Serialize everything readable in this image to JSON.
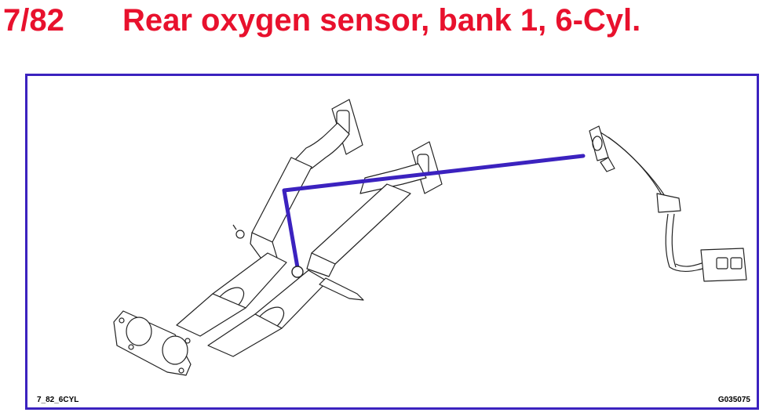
{
  "header": {
    "figure_number": "7/82",
    "title": "Rear oxygen sensor, bank 1, 6-Cyl."
  },
  "figure": {
    "code_left": "7_82_6CYL",
    "code_right": "G035075",
    "frame_color": "#3b22bf",
    "pointer_color": "#3b22bf",
    "title_color": "#e8112d"
  }
}
